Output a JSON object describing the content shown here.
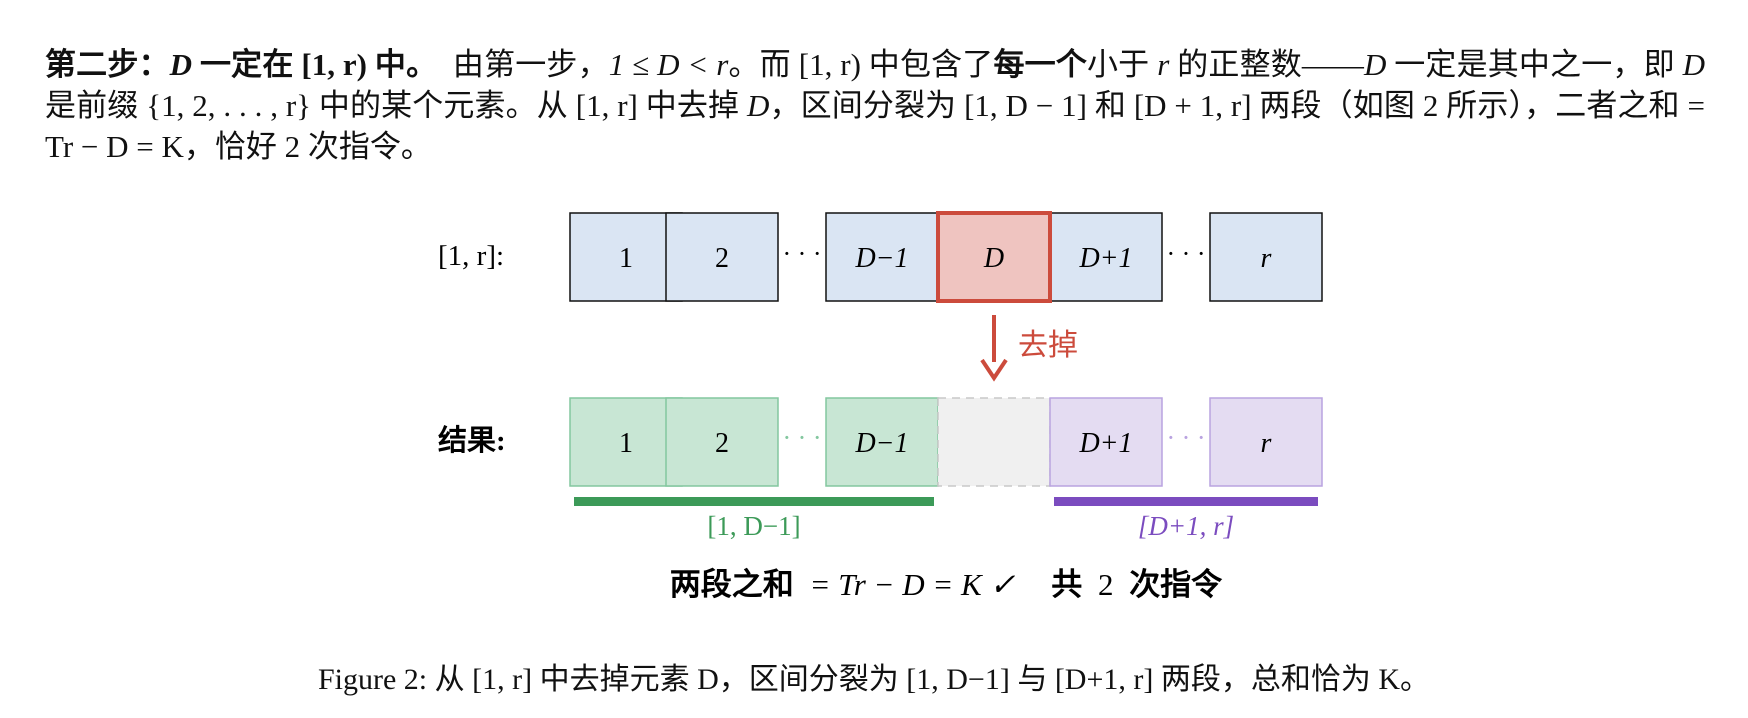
{
  "paragraph": {
    "lead_1": "第二步：",
    "lead_var": "D",
    "lead_2": " 一定在 ",
    "lead_math": "[1, r)",
    "lead_3": " 中。",
    "t1": "　由第一步，",
    "m1": "1 ≤ D < r",
    "t2": "。而 ",
    "m2": "[1, r)",
    "t3": " 中包含了",
    "b1": "每一个",
    "t4": "小于 ",
    "m3": "r",
    "t5": " 的正整数——",
    "m4": "D",
    "t6": " 一定是其中之一，即 ",
    "m5": "D",
    "t7": " 是前缀 ",
    "m6": "{1, 2, . . . , r}",
    "t8": " 中的某个元素。从 ",
    "m7": "[1, r]",
    "t9": " 中去掉 ",
    "m8": "D",
    "t10": "，区间分裂为 ",
    "m9": "[1, D − 1]",
    "t11": " 和 ",
    "m10": "[D + 1, r]",
    "t12": " 两段（如图 2 所示），二者之和 ",
    "m11": "= Tr − D = K",
    "t13": "，恰好 2 次指令。"
  },
  "figure": {
    "row_top_label": "[1, r]:",
    "row_bottom_label": "结果:",
    "top_cells": [
      "1",
      "2",
      "D−1",
      "D",
      "D+1",
      "r"
    ],
    "bottom_cells": [
      "1",
      "2",
      "D−1",
      "",
      "D+1",
      "r"
    ],
    "dots": "· · ·",
    "remove_label": "去掉",
    "left_range_label": "[1,  D−1]",
    "right_range_label": "[D+1,  r]",
    "summary_bold_1": "两段之和",
    "summary_math": "= Tr − D = K ✓",
    "summary_bold_2": "共",
    "summary_num": "2",
    "summary_bold_3": "次指令",
    "colors": {
      "blue_fill": "#dae5f3",
      "red_fill": "#efc4c0",
      "red_stroke": "#cc4b3c",
      "green_fill": "#c8e6d4",
      "green_stroke": "#83c79f",
      "green_bar": "#3c9a58",
      "purple_fill": "#e4dcf2",
      "purple_stroke": "#b9a3e0",
      "purple_bar": "#7b4cbf",
      "gray_fill": "#f0f0f0"
    }
  },
  "caption": "Figure 2: 从 [1, r] 中去掉元素 D，区间分裂为 [1, D−1] 与 [D+1, r] 两段，总和恰为 K。"
}
